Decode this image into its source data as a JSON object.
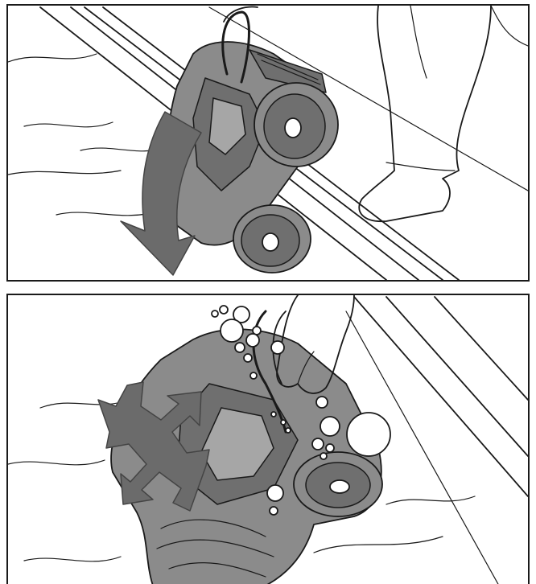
{
  "figure": {
    "panels": [
      {
        "id": "lift",
        "arrow": "curved-down-arrow",
        "bubbles": false
      },
      {
        "id": "shake",
        "arrow": "four-way-arrow",
        "bubbles": true
      }
    ],
    "colors": {
      "robot_body": "#8b8b8b",
      "arrow": "#6b6b6b",
      "outline": "#1a1a1a"
    }
  }
}
